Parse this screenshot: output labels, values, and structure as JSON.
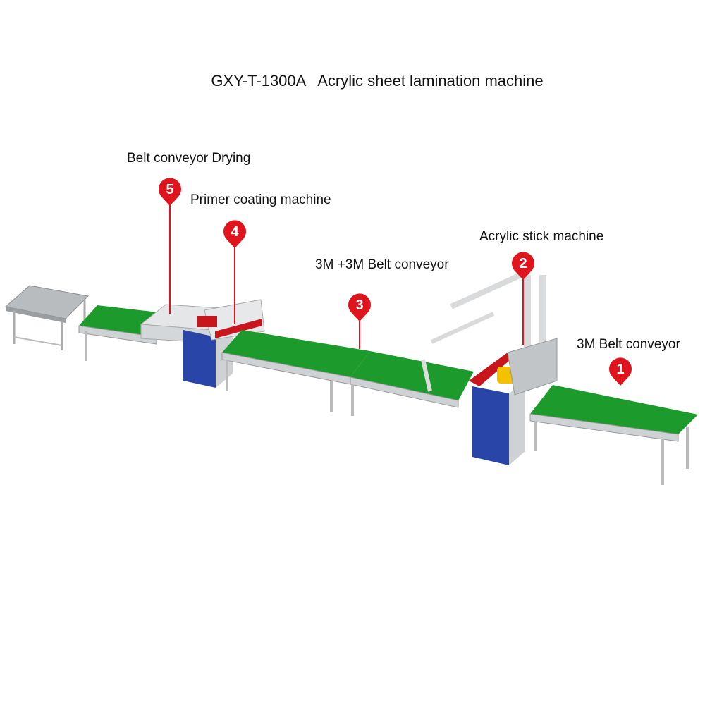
{
  "title": "GXY-T-1300A   Acrylic sheet lamination machine",
  "stations": [
    {
      "number": "1",
      "label": "3M Belt conveyor"
    },
    {
      "number": "2",
      "label": "Acrylic stick machine"
    },
    {
      "number": "3",
      "label": "3M +3M Belt conveyor"
    },
    {
      "number": "4",
      "label": "Primer coating machine"
    },
    {
      "number": "5",
      "label": "Belt conveyor Drying"
    }
  ],
  "colors": {
    "belt": "#1c9a2c",
    "marker": "#e0141c",
    "cabinet": "#2a45a8",
    "frame": "#cfd2d4",
    "roller": "#c8161c",
    "motor": "#f2c200"
  }
}
